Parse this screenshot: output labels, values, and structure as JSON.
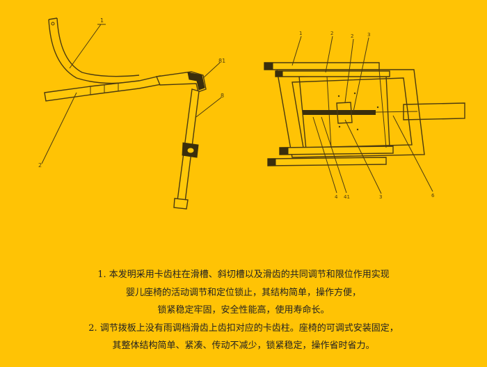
{
  "left_figure": {
    "labels": [
      "1",
      "2",
      "8",
      "81"
    ]
  },
  "right_figure": {
    "labels": [
      "1",
      "2",
      "2",
      "3",
      "3",
      "4",
      "41",
      "6"
    ]
  },
  "description": {
    "lines": [
      "1. 本发明采用卡齿柱在滑槽、斜切槽以及滑齿的共同调节和限位作用实现",
      "婴儿座椅的活动调节和定位锁止，其结构简单，操作方便，",
      "锁紧稳定牢固，安全性能高，使用寿命长。",
      "2. 调节拨板上没有雨调档滑齿上齿扣对应的卡齿柱。座椅的可调式安装固定，",
      "其整体结构简单、紧凑、传动不减少，锁紧稳定，操作省时省力。"
    ]
  }
}
